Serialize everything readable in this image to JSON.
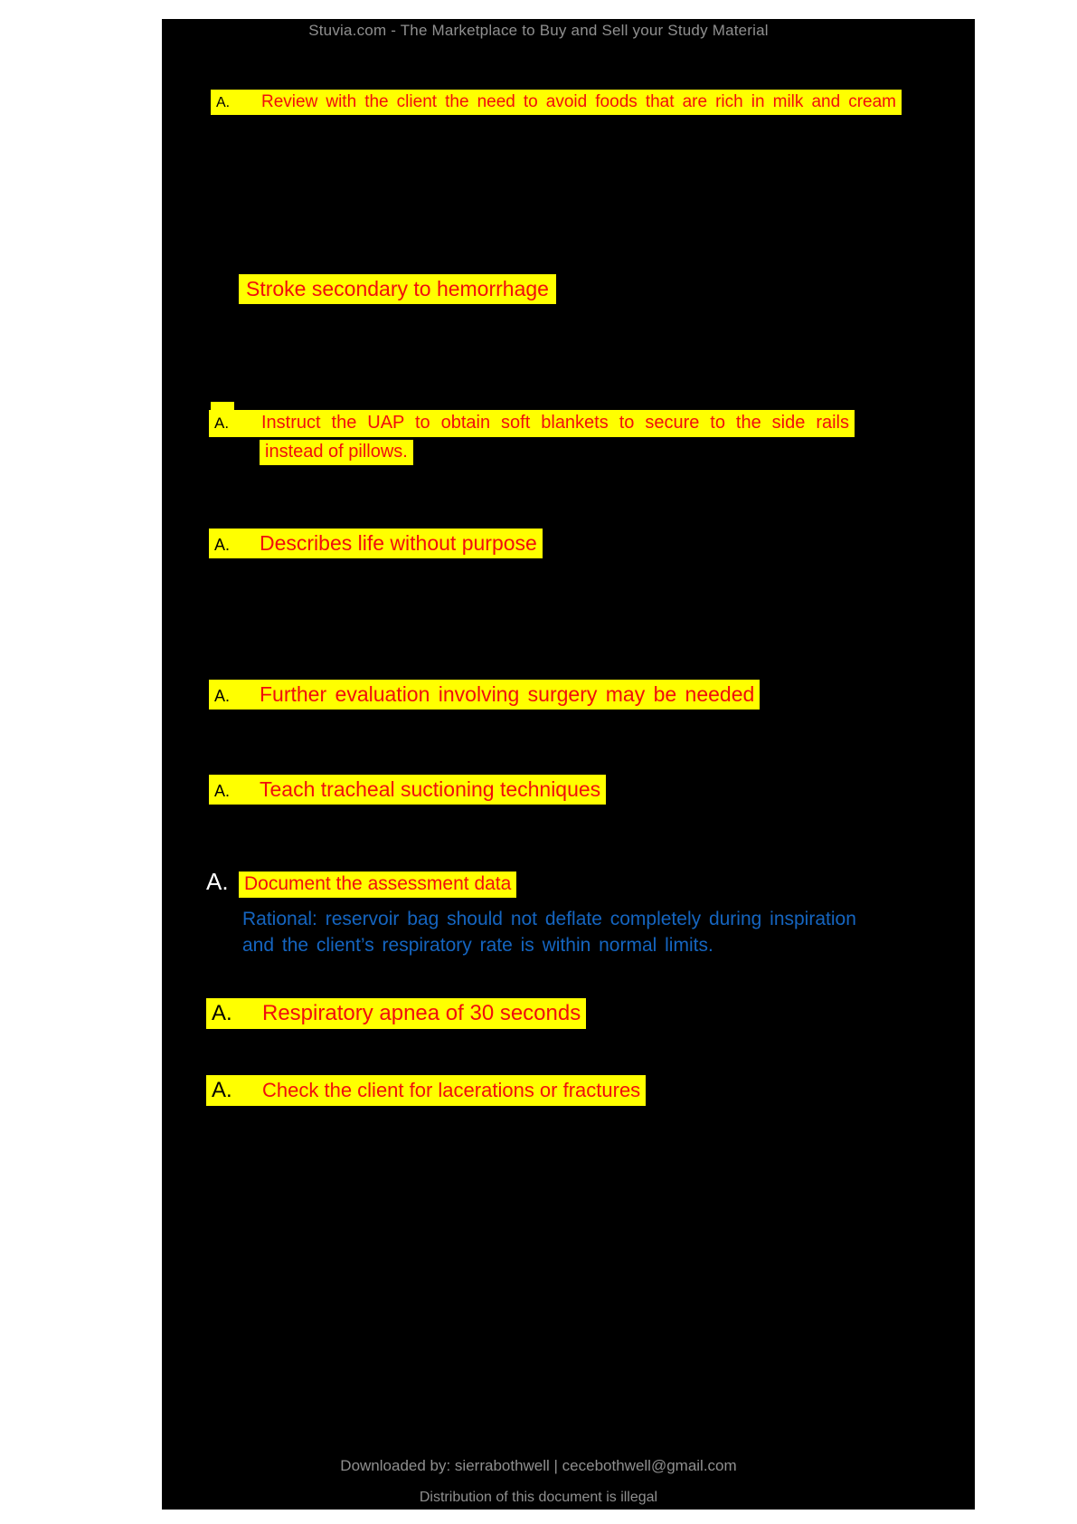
{
  "header": {
    "watermark": "Stuvia.com - The Marketplace to Buy and Sell your Study Material"
  },
  "answers": [
    {
      "marker": "A.",
      "text": "Review with the client the need to avoid foods that are rich in milk and cream"
    },
    {
      "marker": "",
      "text": "Stroke secondary to hemorrhage"
    },
    {
      "marker": "A.",
      "text": "Instruct the UAP to obtain soft blankets to secure to the side rails",
      "text_line2": "instead of pillows."
    },
    {
      "marker": "A.",
      "text": "Describes life without purpose"
    },
    {
      "marker": "A.",
      "text": "Further evaluation involving surgery may be needed"
    },
    {
      "marker": "A.",
      "text": "Teach tracheal suctioning techniques"
    },
    {
      "marker": "A.",
      "text": "Document the assessment data"
    },
    {
      "marker": "A.",
      "text": "Respiratory apnea of 30 seconds"
    },
    {
      "marker": "A.",
      "text": "Check the client for lacerations or fractures"
    }
  ],
  "rationale": {
    "lines": [
      "Rational: reservoir bag should not deflate completely during inspiration",
      "and the client’s respiratory rate is within normal limits."
    ]
  },
  "footer": {
    "downloaded_by": "Downloaded by: sierrabothwell | cecebothwell@gmail.com",
    "distribution_notice": "Distribution of this document is illegal"
  },
  "colors": {
    "highlight_yellow": "#ffff00",
    "answer_red": "#f10d0d",
    "rationale_blue": "#1565c0",
    "watermark_gray": "#8f8f8f",
    "redaction_black": "#000000"
  }
}
